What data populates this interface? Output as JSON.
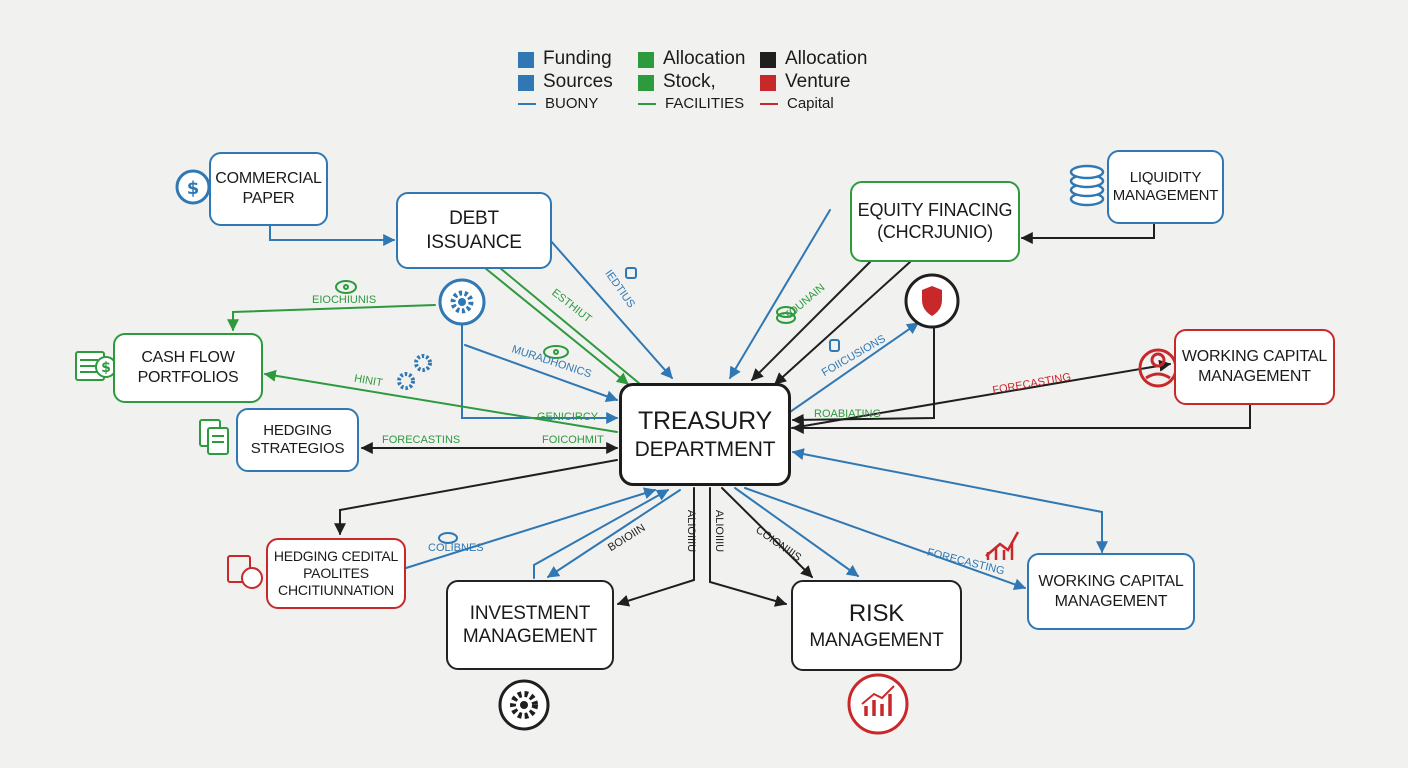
{
  "legend": [
    {
      "color": "#2f78b3",
      "rows": [
        "Funding",
        "Sources",
        "BUONY"
      ]
    },
    {
      "color": "#2e9a3e",
      "rows": [
        "Allocation",
        "Stock,",
        "FACILITIES"
      ]
    },
    {
      "color": "#1f1f1f",
      "rows": [
        "Allocation",
        "Venture",
        "Capital"
      ]
    }
  ],
  "legend_second_color": "#c9282b",
  "nodes": {
    "treasury": {
      "lines": [
        "TREASURY",
        "DEPARTMENT"
      ]
    },
    "commercial_paper": {
      "lines": [
        "COMMERCIAL",
        "PAPER"
      ]
    },
    "debt_issuance": {
      "lines": [
        "DEBT",
        "ISSUANCE"
      ]
    },
    "equity_financing": {
      "lines": [
        "EQUITY FINACING",
        "(CHCRJUNIO)"
      ]
    },
    "liquidity_management": {
      "lines": [
        "LIQUIDITY",
        "MANAGEMENT"
      ]
    },
    "cash_flow_portfolios": {
      "lines": [
        "CASH FLOW",
        "PORTFOLIOS"
      ]
    },
    "hedging_strategies": {
      "lines": [
        "HEDGING",
        "STRATEGIOS"
      ]
    },
    "working_capital_top": {
      "lines": [
        "WORKING CAPITAL",
        "MANAGEMENT"
      ]
    },
    "working_capital_bottom": {
      "lines": [
        "WORKING CAPITAL",
        "MANAGEMENT"
      ]
    },
    "hedging_capital": {
      "lines": [
        "HEDGING CEDITAL",
        "PAOLITES",
        "CHCITIUNNATION"
      ]
    },
    "investment_management": {
      "lines": [
        "INVESTMENT",
        "MANAGEMENT"
      ]
    },
    "risk_management": {
      "lines": [
        "RISK",
        "MANAGEMENT"
      ]
    }
  },
  "edge_labels": [
    "EIOCHIUNIS",
    "ESTHIUT",
    "IEDTIUS",
    "MURADHONICS",
    "HINIT",
    "GENICIRCY",
    "FORECASTINS",
    "FOICOHMIT",
    "TOUNAIN",
    "FOIICUSIONS",
    "ROABIATING",
    "FORECASTING",
    "COLIBNES",
    "BOIOIIN",
    "ALIOIIIU",
    "ALIOIIIU",
    "COIONIIIS",
    "FORECASTING"
  ],
  "colors": {
    "blue": "#2f78b3",
    "green": "#2e9a3e",
    "red": "#c9282b",
    "dark": "#1f1f1f"
  }
}
